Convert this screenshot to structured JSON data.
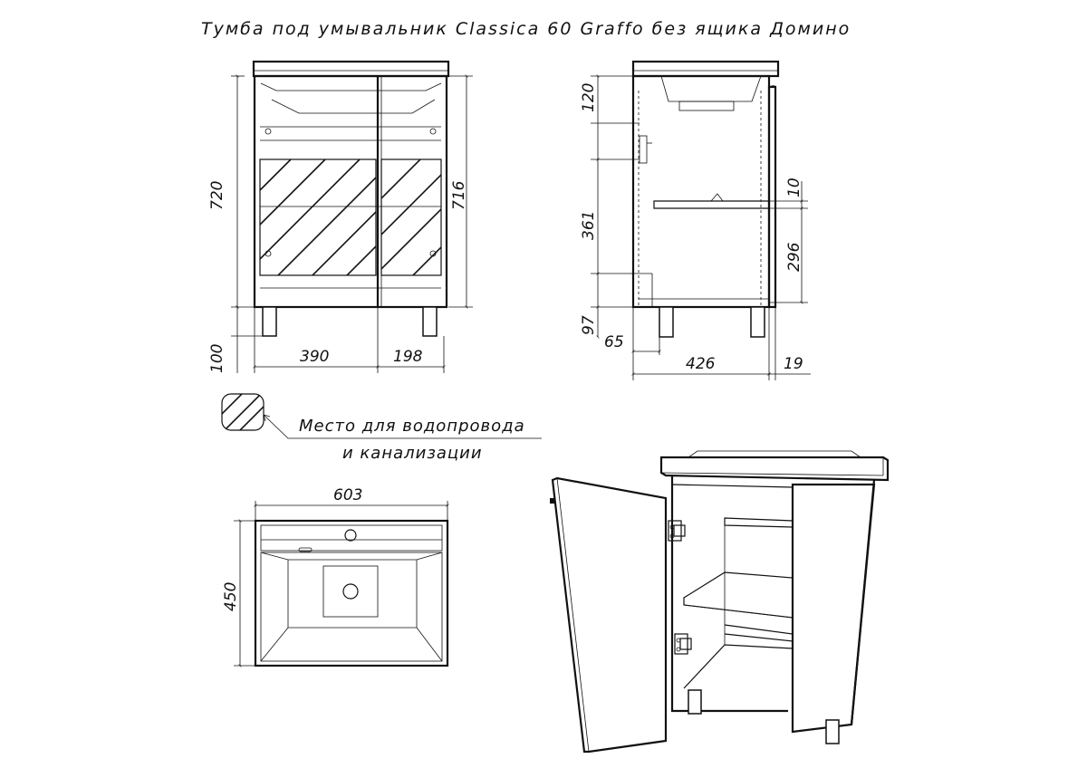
{
  "title": "Тумба под умывальник Classica 60 Graffo без ящика Домино",
  "front_view": {
    "dims": {
      "total_height": "720",
      "body_height": "716",
      "leg_height": "100",
      "left_width": "390",
      "right_width": "198"
    }
  },
  "side_view": {
    "dims": {
      "top_zone": "120",
      "middle_zone": "361",
      "bottom_zone": "97",
      "shelf_thickness": "10",
      "shelf_height": "296",
      "leg_offset": "65",
      "depth": "426",
      "door_thickness": "19"
    }
  },
  "legend": {
    "line1": "Место для водопровода",
    "line2": "и канализации"
  },
  "top_view": {
    "dims": {
      "width": "603",
      "depth": "450"
    }
  }
}
